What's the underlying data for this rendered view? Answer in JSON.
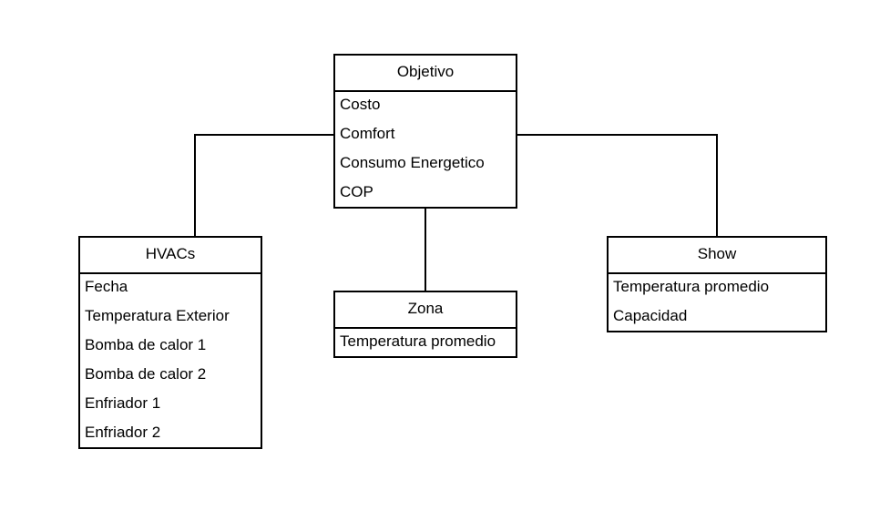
{
  "diagram": {
    "entities": {
      "objetivo": {
        "title": "Objetivo",
        "fields": [
          "Costo",
          "Comfort",
          "Consumo Energetico",
          "COP"
        ]
      },
      "hvacs": {
        "title": "HVACs",
        "fields": [
          "Fecha",
          "Temperatura Exterior",
          "Bomba de calor 1",
          "Bomba de calor 2",
          "Enfriador 1",
          "Enfriador 2"
        ]
      },
      "zona": {
        "title": "Zona",
        "fields": [
          "Temperatura promedio"
        ]
      },
      "show": {
        "title": "Show",
        "fields": [
          "Temperatura promedio",
          "Capacidad"
        ]
      }
    },
    "connections": [
      {
        "from": "objetivo",
        "to": "hvacs"
      },
      {
        "from": "objetivo",
        "to": "zona"
      },
      {
        "from": "objetivo",
        "to": "show"
      }
    ],
    "colors": {
      "line": "#000000",
      "background": "#ffffff",
      "text": "#000000"
    }
  }
}
